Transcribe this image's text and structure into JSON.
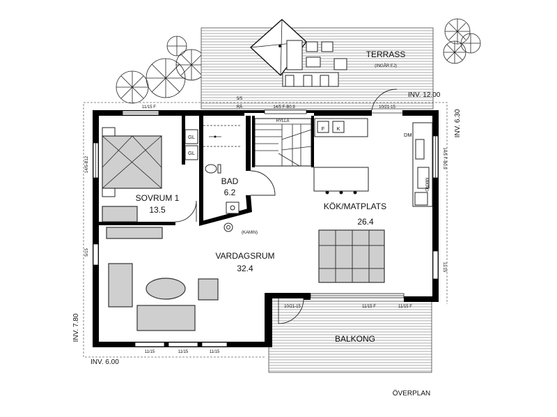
{
  "plan": {
    "title": "ÖVERPLAN",
    "rooms": {
      "sovrum": {
        "name": "SOVRUM 1",
        "area": "13.5"
      },
      "bad": {
        "name": "BAD",
        "area": "6.2"
      },
      "kok": {
        "name": "KÖK/MATPLATS",
        "area": "26.4"
      },
      "vardagsrum": {
        "name": "VARDAGSRUM",
        "area": "32.4"
      }
    },
    "outdoor": {
      "terrass": "TERRASS",
      "terrass_note": "(INGÅR EJ)",
      "balkong": "BALKONG"
    },
    "inv_levels": {
      "top_right": "INV. 12.00",
      "right": "INV. 6.30",
      "left": "INV. 7.80",
      "bottom": "INV. 6.00"
    },
    "window_labels": {
      "w_top_left": "11/15 F",
      "w_top_mid_a": "5/5",
      "w_top_mid_b": "RÅ",
      "w_top_center": "14/5 F-B0.9",
      "w_top_right": "10/21-15",
      "w_left_top": "14/5-B12",
      "w_left_mid": "5/15",
      "w_right_top": "14/5 F-B0.9",
      "w_right_bottom": "11/15",
      "w_balkong_door": "10/21-15",
      "w_balkong_a": "11/15 F",
      "w_balkong_b": "11/15 F",
      "w_bottom_a": "11/15",
      "w_bottom_b": "11/15",
      "w_bottom_c": "11/15"
    },
    "fixture_labels": {
      "gl_1": "GL",
      "gl_2": "GL",
      "kamin": "(KAMIN)",
      "f": "F",
      "k": "K",
      "dm": "DM",
      "mikro": "MIKRO",
      "hylla": "HYLLA"
    }
  }
}
